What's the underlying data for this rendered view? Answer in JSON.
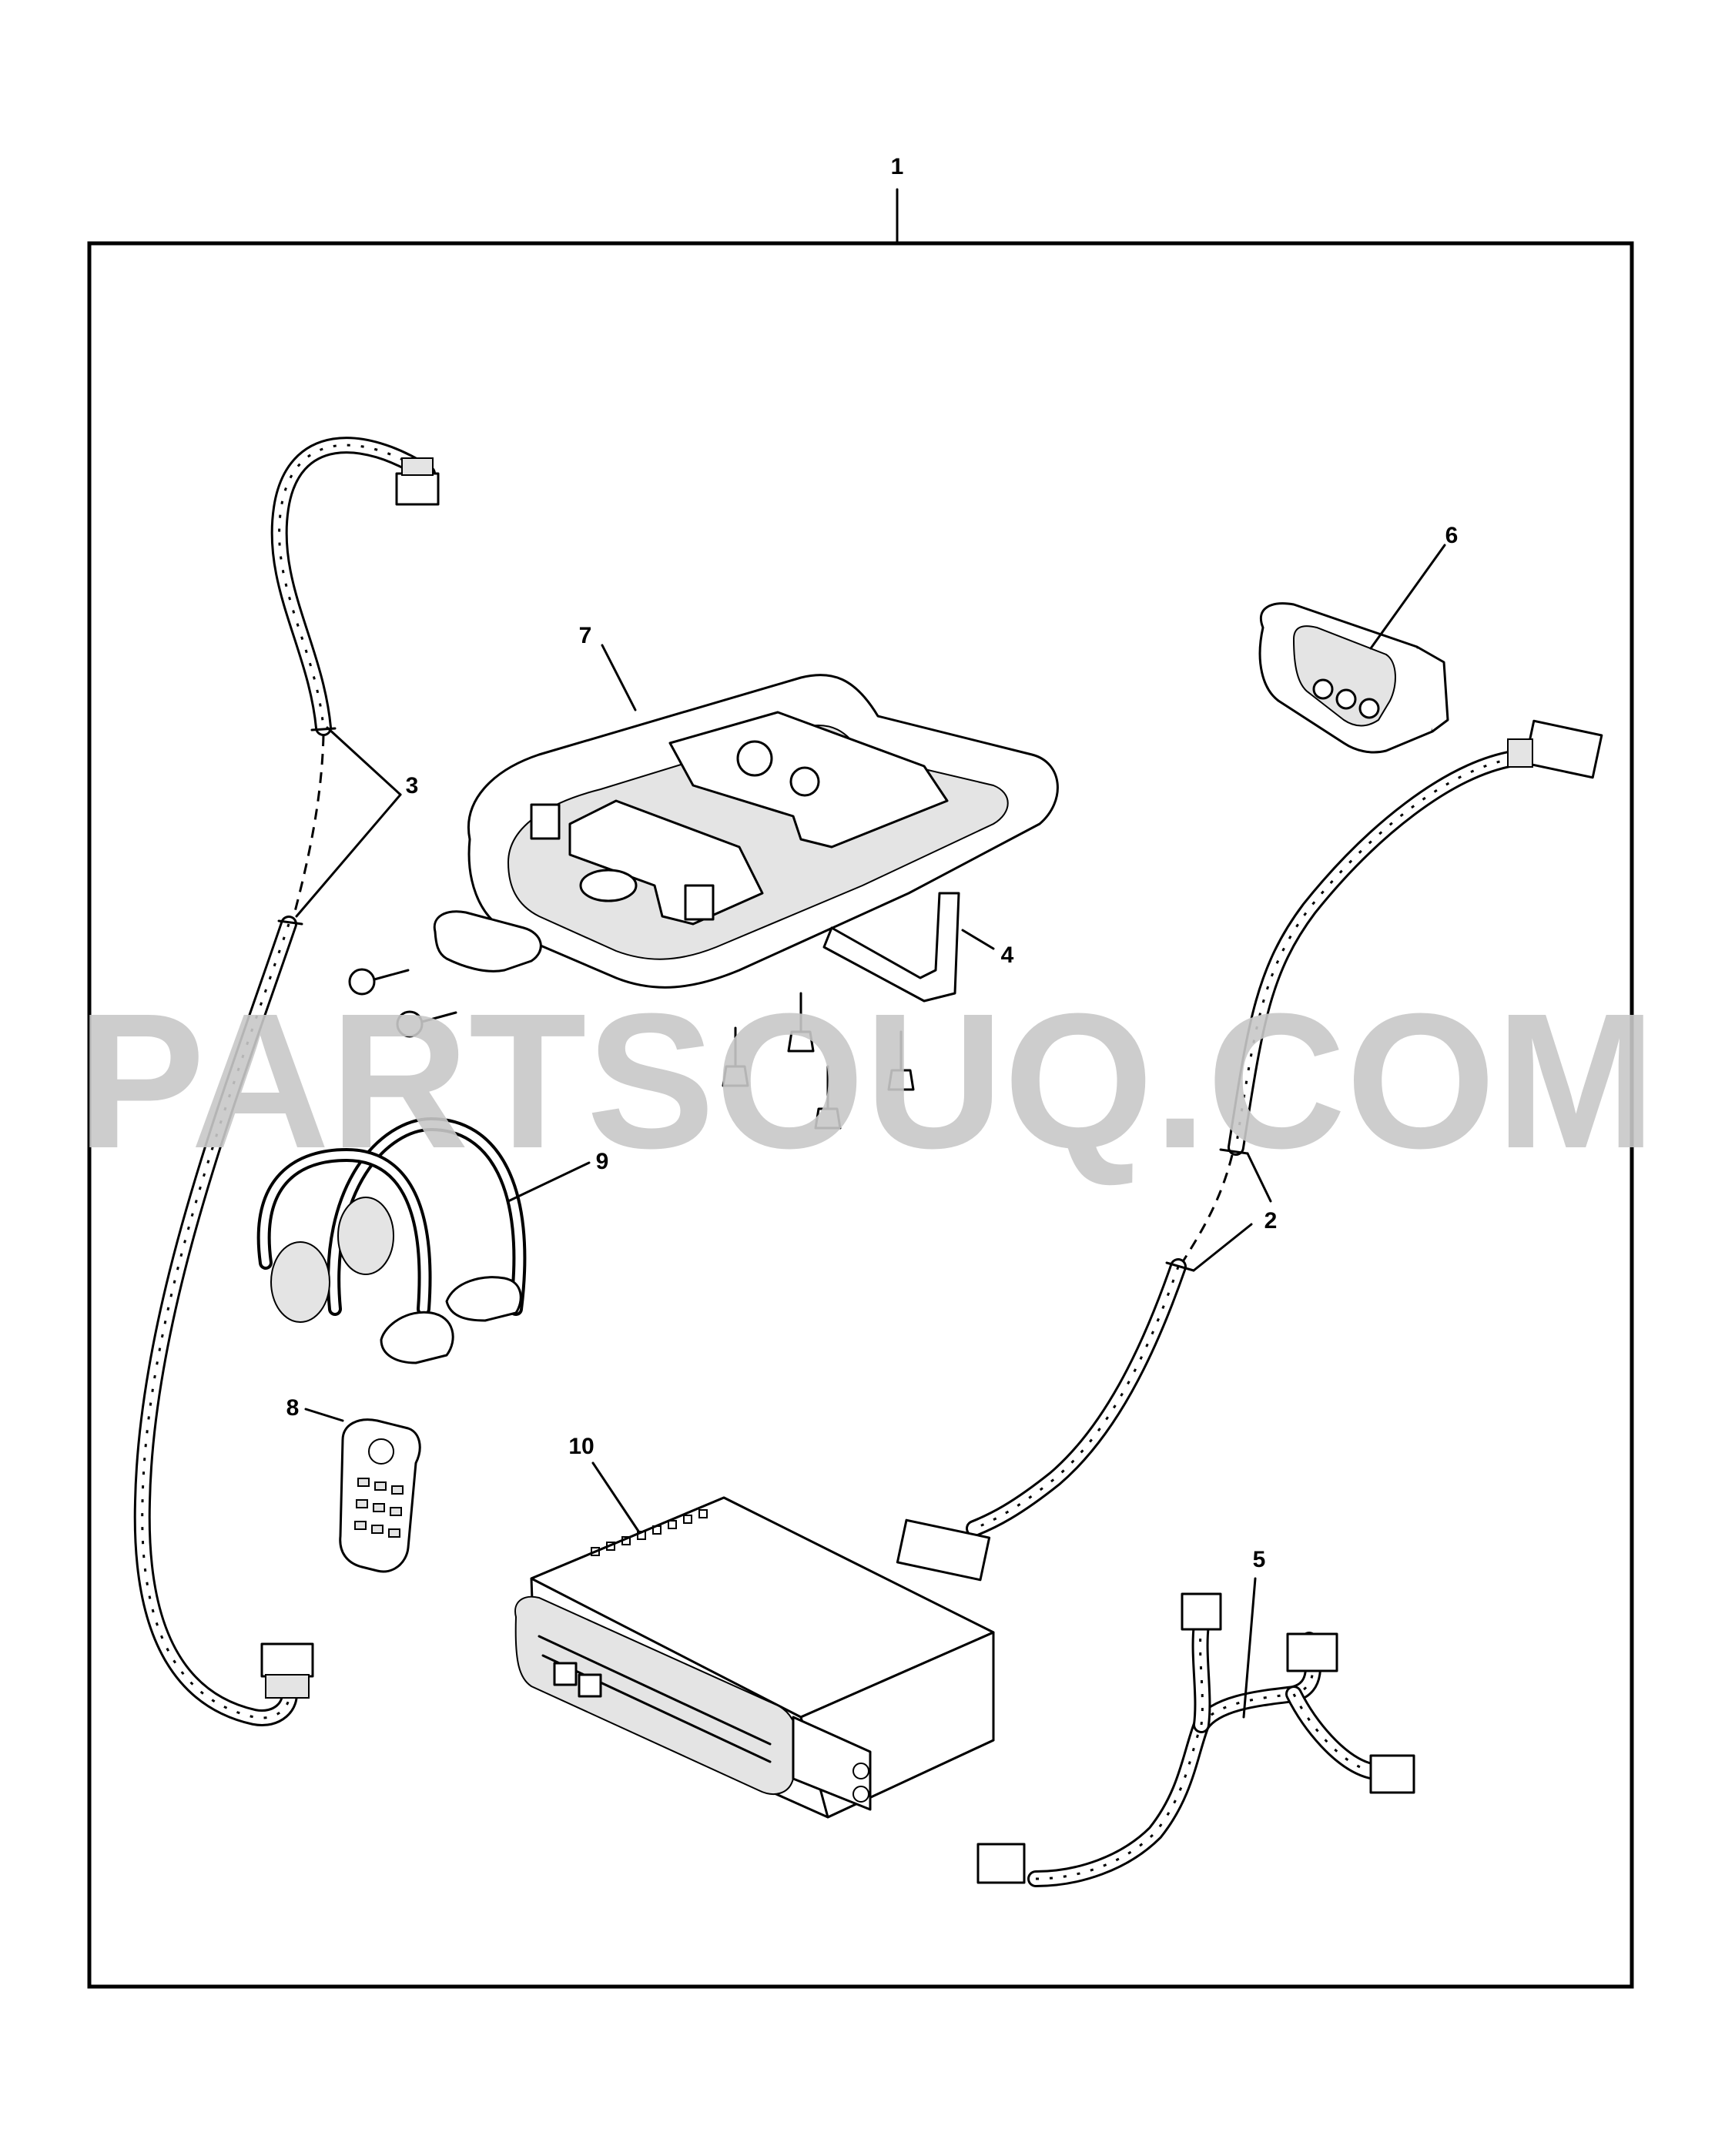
{
  "watermark": {
    "text": "PARTSOUQ.COM",
    "color": "#c8c8c8"
  },
  "callouts": [
    {
      "id": "1",
      "label": "1"
    },
    {
      "id": "2",
      "label": "2"
    },
    {
      "id": "3",
      "label": "3"
    },
    {
      "id": "4",
      "label": "4"
    },
    {
      "id": "5",
      "label": "5"
    },
    {
      "id": "6",
      "label": "6"
    },
    {
      "id": "7",
      "label": "7"
    },
    {
      "id": "8",
      "label": "8"
    },
    {
      "id": "9",
      "label": "9"
    },
    {
      "id": "10",
      "label": "10"
    }
  ],
  "colors": {
    "line": "#000000",
    "background": "#ffffff",
    "shade": "#e4e4e4"
  }
}
